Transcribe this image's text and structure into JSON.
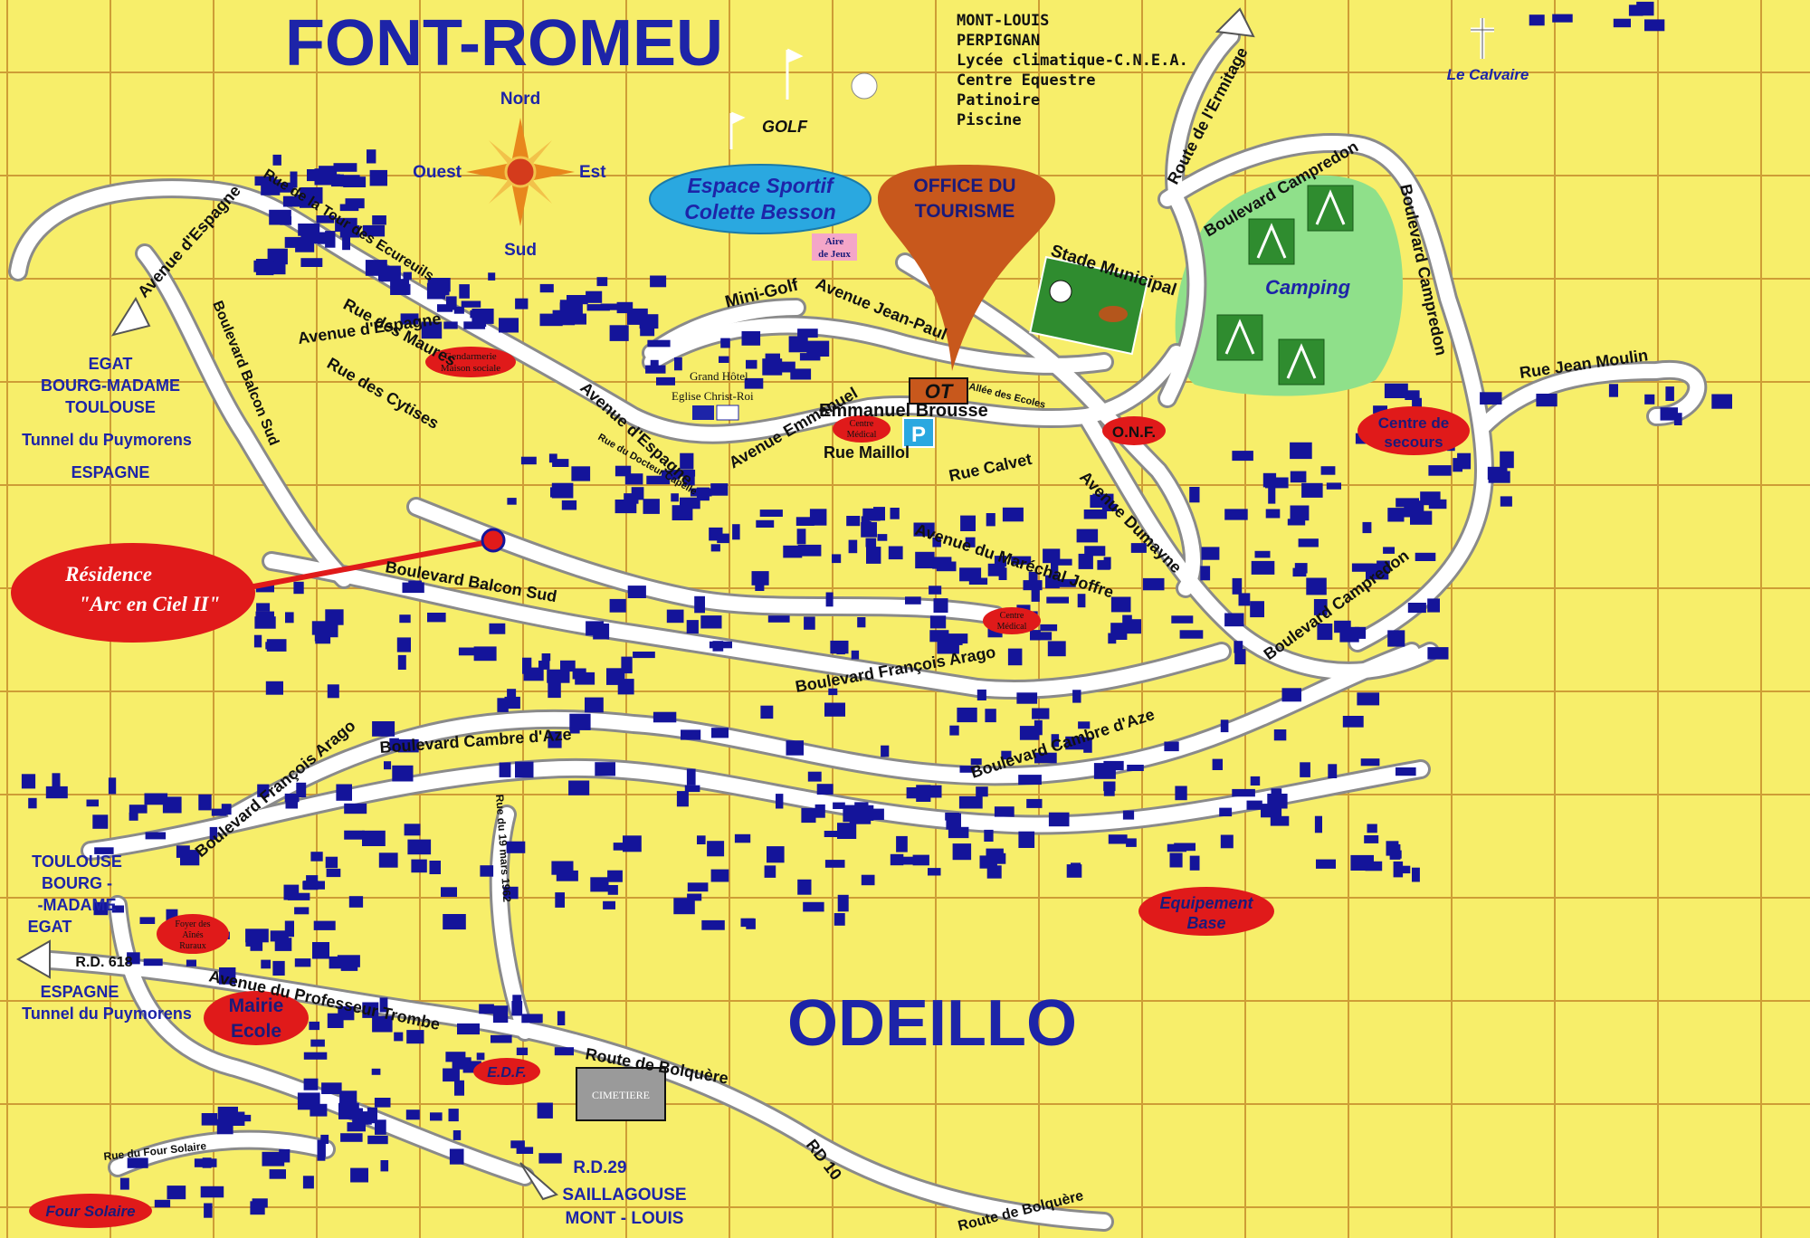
{
  "towns": {
    "north": "FONT-ROMEU",
    "south": "ODEILLO"
  },
  "compass": {
    "north": "Nord",
    "south": "Sud",
    "east": "Est",
    "west": "Ouest"
  },
  "top_destinations": [
    "MONT-LOUIS",
    "PERPIGNAN",
    "Lycée climatique-C.N.E.A.",
    "Centre Equestre",
    "Patinoire",
    "Piscine"
  ],
  "west_destinations_upper": [
    "EGAT",
    "BOURG-MADAME",
    "TOULOUSE",
    "Tunnel du Puymorens",
    "ESPAGNE"
  ],
  "west_destinations_lower": [
    "TOULOUSE",
    "BOURG -",
    "-MADAME",
    "EGAT",
    "R.D. 618",
    "ESPAGNE",
    "Tunnel du Puymorens"
  ],
  "south_destinations": [
    "R.D.29",
    "SAILLAGOUSE",
    "MONT - LOUIS"
  ],
  "landmarks": {
    "calvaire": "Le Calvaire",
    "golf": "GOLF",
    "espace_sportif": [
      "Espace Sportif",
      "Colette Besson"
    ],
    "office_tourisme": [
      "OFFICE DU",
      "TOURISME"
    ],
    "ot": "OT",
    "parking": "P",
    "stade": "Stade Municipal",
    "camping": "Camping",
    "mini_golf": "Mini-Golf",
    "aire_jeux": [
      "Aire",
      "de Jeux"
    ],
    "grand_hotel": "Grand Hôtel",
    "eglise": "Eglise Christ-Roi",
    "gendarmerie": [
      "Gendarmerie",
      "Maison sociale"
    ],
    "onf": "O.N.F.",
    "centre_secours": [
      "Centre de",
      "secours"
    ],
    "centre_medical_1": [
      "Centre",
      "Médical"
    ],
    "centre_medical_2": [
      "Centre",
      "Médical"
    ],
    "residence": [
      "Résidence",
      "\"Arc en Ciel II\""
    ],
    "equipement": [
      "Equipement",
      "Base"
    ],
    "mairie": [
      "Mairie",
      "Ecole"
    ],
    "edf": "E.D.F.",
    "cimetiere": "CIMETIERE",
    "four_solaire": "Four Solaire",
    "foyer": [
      "Foyer des",
      "Aînés",
      "Ruraux"
    ]
  },
  "streets": {
    "avenue_espagne": "Avenue d'Espagne",
    "rue_tour_ecureuils": "Rue de la Tour des Ecureuils",
    "rue_maures": "Rue des Maures",
    "rue_cytises": "Rue des Cytises",
    "boulevard_balcon_sud": "Boulevard Balcon Sud",
    "balcon_sud_west": "Boulevard Balcon Sud",
    "avenue_jean_paul": "Avenue Jean-Paul",
    "emmanuel_brousse": "Emmanuel Brousse",
    "rue_maillol": "Rue Maillol",
    "avenue_emmanuel": "Avenue Emmanuel",
    "rue_calvet": "Rue Calvet",
    "avenue_dumayne": "Avenue Dumayne",
    "avenue_marechal_joffre": "Avenue du Maréchal Joffre",
    "boulevard_arago": "Boulevard François Arago",
    "boulevard_cambre": "Boulevard Cambre d'Aze",
    "boulevard_cambre_east": "Boulevard Cambre d'Aze",
    "boulevard_campredon_east": "Boulevard Campredon",
    "boulevard_campredon_north": "Boulevard Campredon",
    "boulevard_campredon_south": "Boulevard Campredon",
    "route_ermitage": "Route de l'Ermitage",
    "rue_jean_moulin": "Rue Jean Moulin",
    "avenue_professeur_trombe": "Avenue du Professeur Trombe",
    "route_bolquere": "Route de Bolquère",
    "rd10": "RD 10",
    "rue_19_mars": "Rue du 19 mars 1962",
    "francois_arago_west": "Boulevard François Arago",
    "allee_ecoles": "Allée des Ecoles",
    "rue_docteur_capelle": "Rue du Docteur Capelle",
    "rue_four_solaire": "Rue du Four Solaire",
    "route_bolquere_east": "Route de Bolquère"
  },
  "colors": {
    "background": "#f7ee6a",
    "grid": "#c8902e",
    "road": "#ffffff",
    "road_edge": "#8a8a8a",
    "building": "#14149a",
    "label_red": "#e01a1a",
    "town_blue": "#1d24a8",
    "camping_green": "#8fe08a",
    "tent_green": "#2f8c2f",
    "espace_blue": "#2aa8e0",
    "office_orange": "#c8581c"
  }
}
